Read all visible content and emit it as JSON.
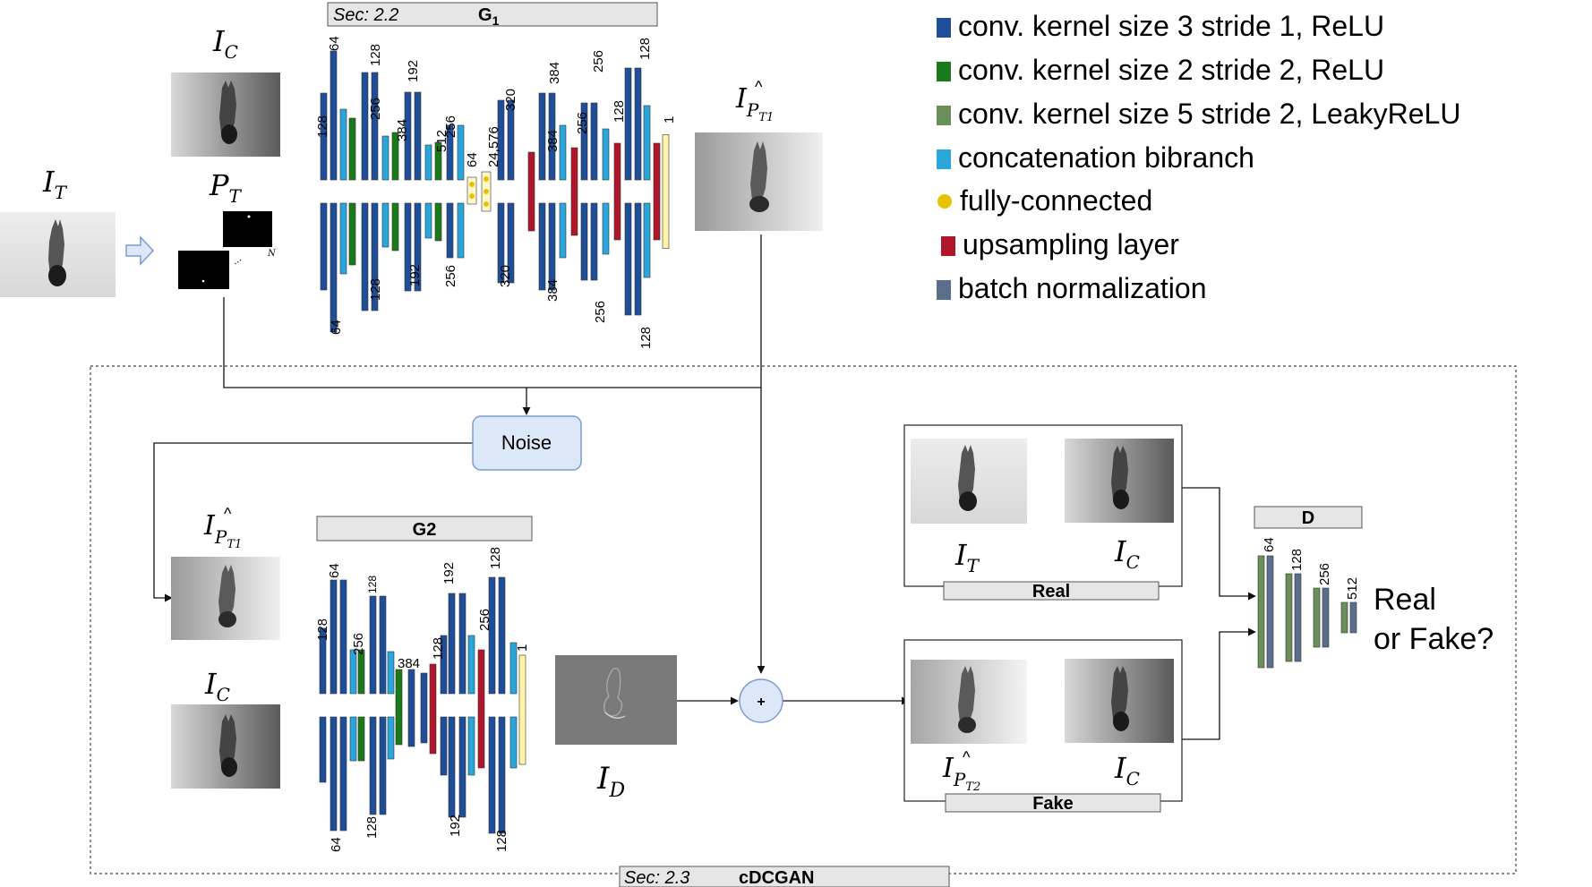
{
  "colors": {
    "conv3": "#1f4e99",
    "conv2": "#1a7a1a",
    "conv5": "#6a8f5a",
    "concat": "#2aa6dd",
    "fc": "#e8c200",
    "upsample": "#b0162b",
    "batchnorm": "#5b6f8c",
    "output": "#fff4a8",
    "noise_fill": "#dce8f8",
    "noise_stroke": "#7a9ccf",
    "section_box": "#e6e6e6"
  },
  "legend": [
    {
      "color_key": "conv3",
      "shape": "square",
      "label": "conv. kernel size 3 stride 1, ReLU"
    },
    {
      "color_key": "conv2",
      "shape": "square",
      "label": "conv. kernel size 2 stride 2, ReLU"
    },
    {
      "color_key": "conv5",
      "shape": "square",
      "label": "conv. kernel size 5 stride 2, LeakyReLU"
    },
    {
      "color_key": "concat",
      "shape": "square",
      "label": "concatenation bibranch"
    },
    {
      "color_key": "fc",
      "shape": "circle",
      "label": "fully-connected"
    },
    {
      "color_key": "upsample",
      "shape": "square",
      "label": "upsampling layer"
    },
    {
      "color_key": "batchnorm",
      "shape": "square",
      "label": "batch normalization"
    }
  ],
  "g1": {
    "section_prefix": "Sec: 2.2",
    "title_main": "G",
    "title_sub": "1",
    "layer_labels_top": [
      "64",
      "128",
      "128",
      "256",
      "384",
      "192",
      "512",
      "256",
      "64",
      "24,576",
      "320",
      "384",
      "384",
      "256",
      "256",
      "128",
      "128",
      "1"
    ],
    "layer_labels_bottom": [
      "64",
      "128",
      "192",
      "256",
      "320",
      "384",
      "256",
      "128"
    ]
  },
  "g2": {
    "title": "G2",
    "layer_labels_top": [
      "64",
      "128",
      "128",
      "256",
      "384",
      "128",
      "192",
      "256",
      "128",
      "1"
    ],
    "layer_labels_bottom": [
      "64",
      "128",
      "192",
      "128"
    ]
  },
  "d": {
    "title": "D",
    "layer_labels": [
      "64",
      "128",
      "256",
      "512"
    ],
    "output_line1": "Real",
    "output_line2": "or Fake?"
  },
  "cdcgan": {
    "section_prefix": "Sec: 2.3",
    "title": "cDCGAN"
  },
  "noise_label": "Noise",
  "plus_symbol": "+",
  "real_label": "Real",
  "fake_label": "Fake",
  "math": {
    "I": "I",
    "P": "P",
    "T": "T",
    "C": "C",
    "D": "D",
    "N": "N",
    "T1": "T1",
    "T2": "T2",
    "hat": "^"
  }
}
